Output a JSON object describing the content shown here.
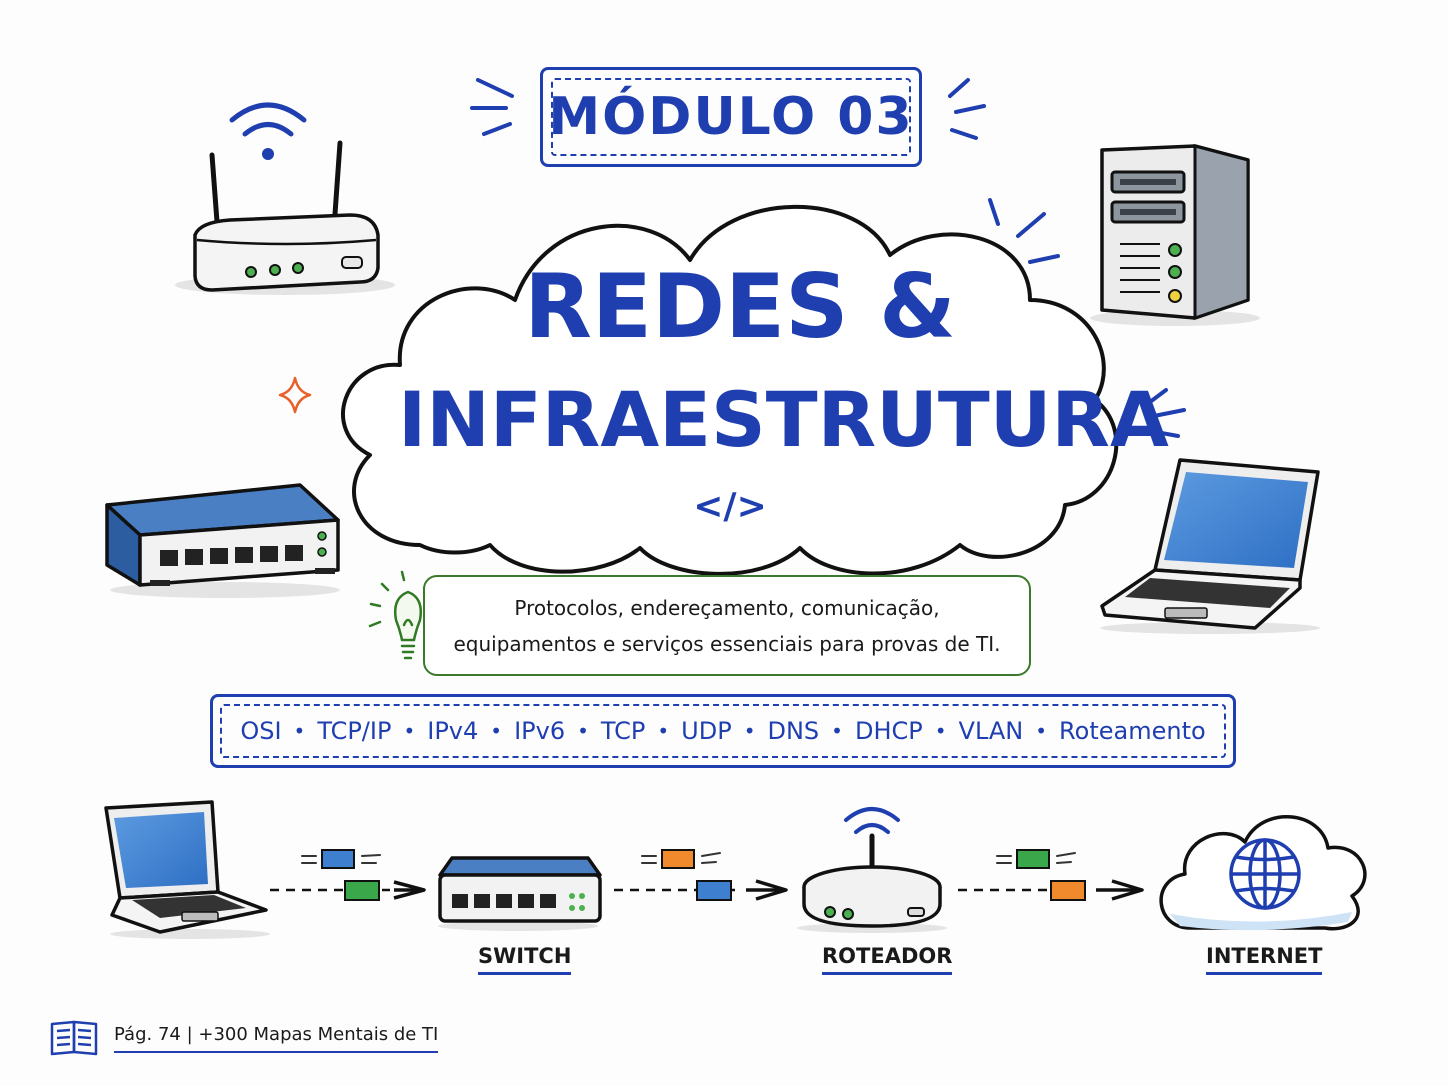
{
  "header": {
    "module_label": "MÓDULO 03"
  },
  "title": {
    "line1": "REDES &",
    "line2": "INFRAESTRUTURA",
    "code_symbol": "</>"
  },
  "description": {
    "line1": "Protocolos, endereçamento, comunicação,",
    "line2": "equipamentos e serviços essenciais para provas de TI."
  },
  "tags": [
    "OSI",
    "TCP/IP",
    "IPv4",
    "IPv6",
    "TCP",
    "UDP",
    "DNS",
    "DHCP",
    "VLAN",
    "Roteamento"
  ],
  "tag_separator": "•",
  "flow": {
    "nodes": [
      {
        "id": "laptop",
        "label": ""
      },
      {
        "id": "switch",
        "label": "SWITCH"
      },
      {
        "id": "router",
        "label": "ROTEADOR"
      },
      {
        "id": "internet",
        "label": "INTERNET"
      }
    ]
  },
  "footer": {
    "text": "Pág. 74 | +300 Mapas Mentais de TI"
  },
  "colors": {
    "primary_blue": "#1f3fb0",
    "green": "#3a7a2a",
    "packet_blue": "#3f7fd0",
    "packet_green": "#3aa84a",
    "packet_orange": "#f08a2c",
    "sparkle_orange": "#e8602a"
  },
  "icons": [
    "wifi-router-icon",
    "server-tower-icon",
    "network-switch-icon",
    "laptop-icon",
    "lightbulb-icon",
    "globe-icon",
    "cloud-icon",
    "book-icon",
    "sparkle-icon"
  ]
}
